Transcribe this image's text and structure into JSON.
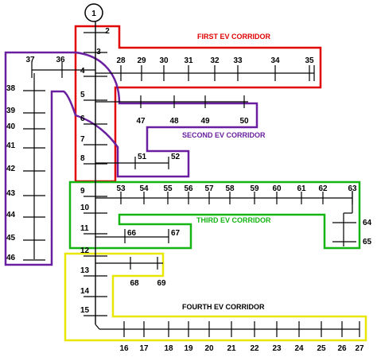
{
  "colors": {
    "line": "#000000",
    "first_corridor": "#e00000",
    "second_corridor": "#6a1fa0",
    "third_corridor": "#12b512",
    "fourth_corridor": "#e8e800"
  },
  "corridors": {
    "first": "FIRST EV CORRIDOR",
    "second": "SECOND EV CORRIDOR",
    "third": "THIRD  EV CORRIDOR",
    "fourth": "FOURTH EV CORRIDOR"
  },
  "source_bus": "1",
  "trunk_buses": [
    "2",
    "3",
    "4",
    "5",
    "6",
    "7",
    "8",
    "9",
    "10",
    "11",
    "12",
    "13",
    "14",
    "15"
  ],
  "branch_3": [
    "28",
    "29",
    "30",
    "31",
    "32",
    "33",
    "34",
    "35"
  ],
  "branch_4": [
    "36",
    "37"
  ],
  "branch_left": [
    "38",
    "39",
    "40",
    "41",
    "42",
    "43",
    "44",
    "45",
    "46"
  ],
  "branch_5": [
    "47",
    "48",
    "49",
    "50"
  ],
  "branch_8": [
    "51",
    "52"
  ],
  "branch_9": [
    "53",
    "54",
    "55",
    "56",
    "57",
    "58",
    "59",
    "60",
    "61",
    "62",
    "63"
  ],
  "branch_63": [
    "64",
    "65"
  ],
  "branch_11": [
    "66",
    "67"
  ],
  "branch_12": [
    "68",
    "69"
  ],
  "branch_15": [
    "16",
    "17",
    "18",
    "19",
    "20",
    "21",
    "22",
    "23",
    "24",
    "25",
    "26",
    "27"
  ]
}
